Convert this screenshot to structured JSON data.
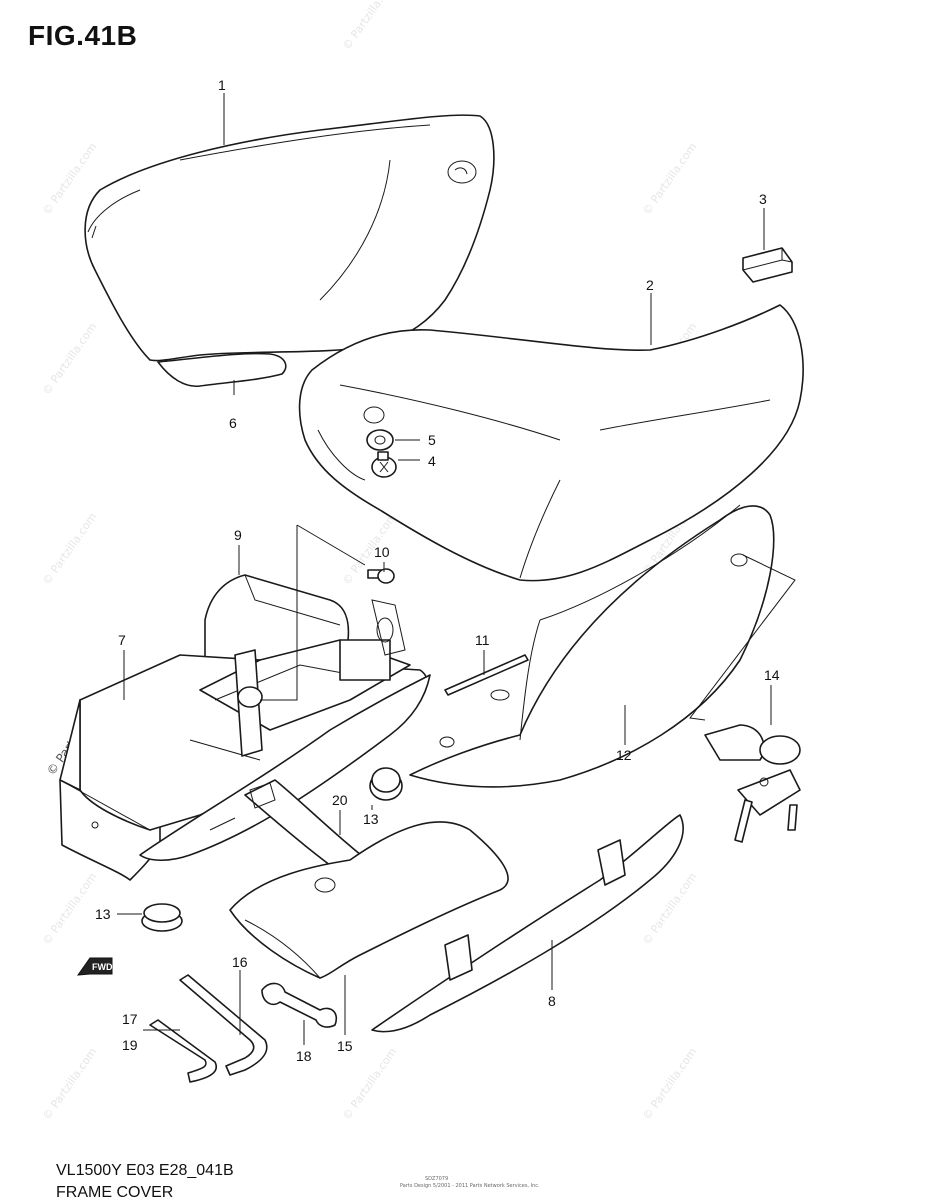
{
  "figure": {
    "title": "FIG.41B"
  },
  "footer": {
    "model_code": "VL1500Y E03 E28_041B",
    "caption": "FRAME COVER",
    "small_code": "SDZ7079",
    "small_credit": "Parts Design 5/2001 - 2011 Parts Network Services, Inc."
  },
  "watermark": {
    "text": "© Partzilla.com"
  },
  "callouts": [
    {
      "number": "1",
      "part": "frame-cover-left"
    },
    {
      "number": "2",
      "part": "frame-cover-right"
    },
    {
      "number": "3",
      "part": "cushion"
    },
    {
      "number": "4",
      "part": "screw"
    },
    {
      "number": "5",
      "part": "cushion-washer"
    },
    {
      "number": "6",
      "part": "frame-cover-cushion"
    },
    {
      "number": "7",
      "part": "tool-box"
    },
    {
      "number": "8",
      "part": "tool-bag-strip"
    },
    {
      "number": "9",
      "part": "tool-box-bracket"
    },
    {
      "number": "10",
      "part": "bolt"
    },
    {
      "number": "11",
      "part": "cushion-strip"
    },
    {
      "number": "12",
      "part": "tail-cover"
    },
    {
      "number": "13",
      "part": "grommet"
    },
    {
      "number": "13",
      "part": "grommet"
    },
    {
      "number": "14",
      "part": "lock-set"
    },
    {
      "number": "15",
      "part": "tool-bag"
    },
    {
      "number": "16",
      "part": "hex-wrench"
    },
    {
      "number": "17",
      "part": "hex-wrench"
    },
    {
      "number": "18",
      "part": "spanner-wrench"
    },
    {
      "number": "19",
      "part": "hex-wrench"
    },
    {
      "number": "20",
      "part": "strap"
    }
  ],
  "direction_marker": {
    "label": "FWD"
  }
}
